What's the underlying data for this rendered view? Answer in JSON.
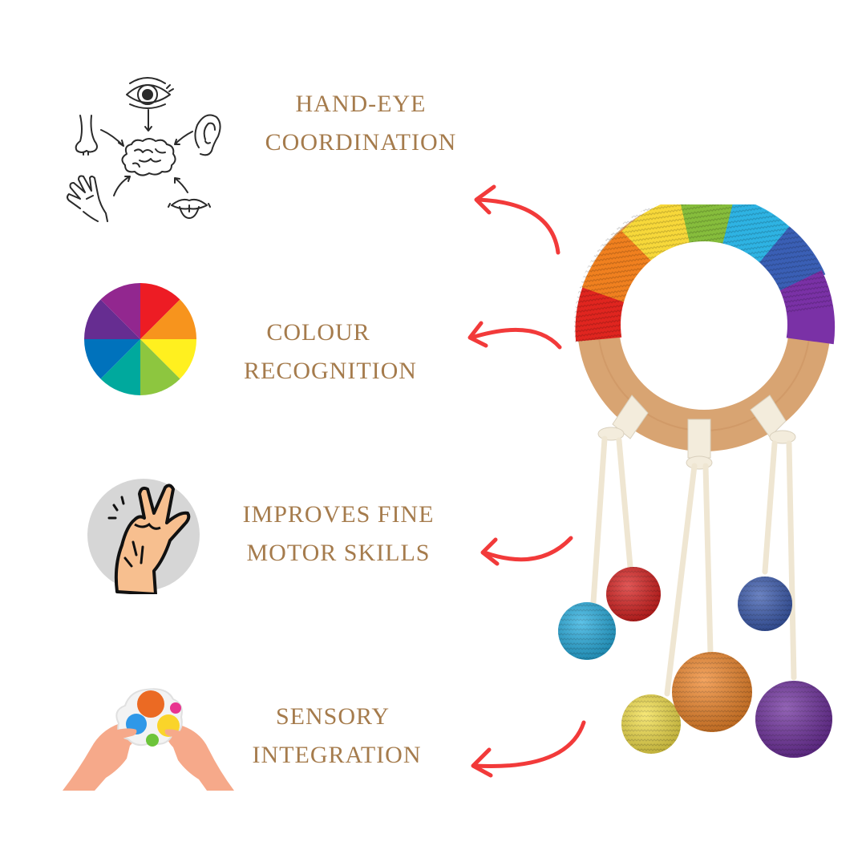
{
  "colors": {
    "background": "#ffffff",
    "label_text": "#a57b4c",
    "arrow": "#f23a3a",
    "wood": "#d9a574",
    "cord": "#f3ecdc"
  },
  "benefits": [
    {
      "line1": "HAND-EYE",
      "line2": "COORDINATION",
      "icon": "five-senses-brain-icon"
    },
    {
      "line1": "COLOUR",
      "line2": "RECOGNITION",
      "icon": "color-wheel-icon"
    },
    {
      "line1": "IMPROVES FINE",
      "line2": "MOTOR SKILLS",
      "icon": "hand-gesture-icon"
    },
    {
      "line1": "SENSORY",
      "line2": "INTEGRATION",
      "icon": "pop-it-fidget-toy-icon"
    }
  ],
  "color_wheel": {
    "slices": [
      "#ed1c24",
      "#f7941d",
      "#fff01f",
      "#8dc63f",
      "#00a99d",
      "#0072bc",
      "#662d91",
      "#92278f"
    ]
  },
  "product": {
    "name": "rainbow-crochet-teething-ring-rattle",
    "ring_segments": [
      "#e0251f",
      "#f0801f",
      "#f7d83a",
      "#86bd3c",
      "#2eb3e3",
      "#3a5fb5",
      "#7a31a6"
    ],
    "balls": [
      {
        "color": "#27aee0",
        "label": "blue-ball"
      },
      {
        "color": "#d9201f",
        "label": "red-ball"
      },
      {
        "color": "#3b5bb0",
        "label": "navy-ball"
      },
      {
        "color": "#f4e04a",
        "label": "yellow-ball"
      },
      {
        "color": "#f0862a",
        "label": "orange-ball"
      },
      {
        "color": "#6f2f9e",
        "label": "purple-ball"
      }
    ]
  }
}
